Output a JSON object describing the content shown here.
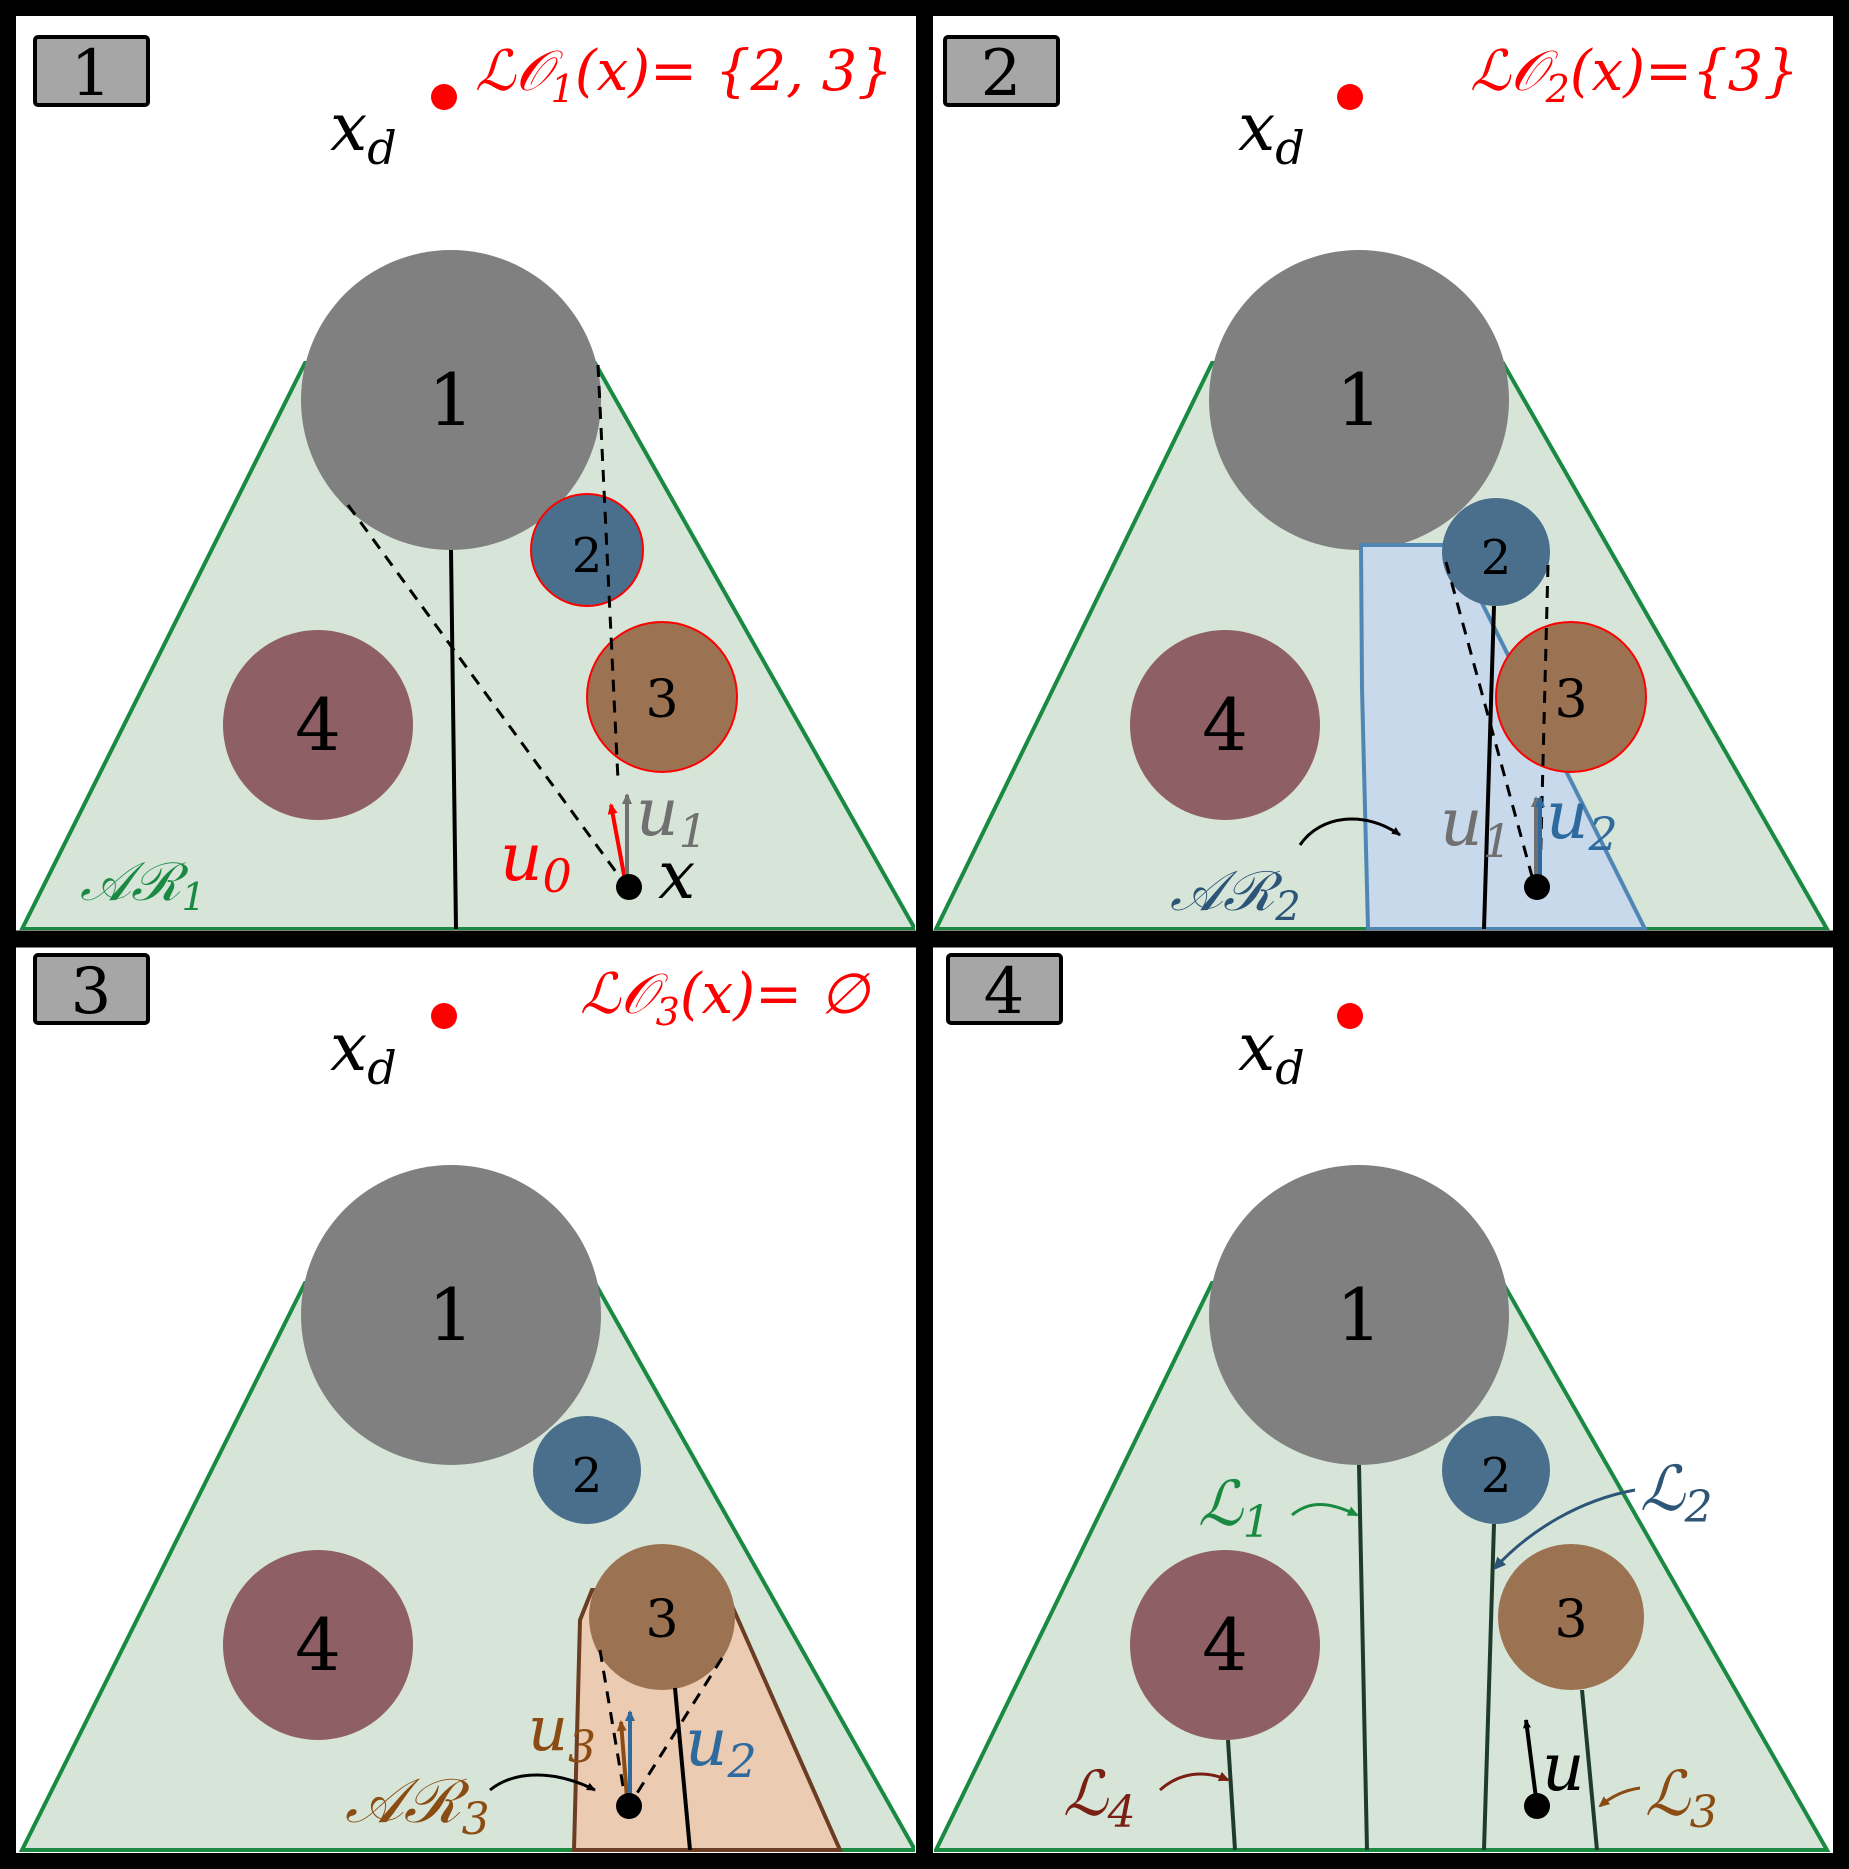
{
  "colors": {
    "region": "#d6e5d8",
    "region_border": "#1a8a43",
    "obstacle1": "#808080",
    "obstacle2": "#4a6f8c",
    "obstacle3": "#9b7252",
    "obstacle4": "#8f5f66",
    "goal": "#ff0000",
    "highlight": "#ff0000",
    "ar2": "#c9d9ec",
    "ar2_border": "#4f86b4",
    "ar3": "#eccbb3",
    "ar3_border": "#6b3d22",
    "u1": "#707070",
    "u2": "#2f6a9e",
    "l1": "#1a8a43",
    "l2": "#2c5577",
    "l3": "#8b4c14",
    "l4": "#7a1f14"
  },
  "panels": [
    {
      "number": "1",
      "goal_label": "x",
      "goal_sub": "d",
      "lo_pre": "ℒ𝒪",
      "lo_index": "1",
      "lo_post": "(x)= {2, 3}",
      "region_label": "𝒜ℛ",
      "region_sub": "1",
      "agent_label": "x",
      "u0": "u",
      "u0_sub": "0",
      "u1": "u",
      "u1_sub": "1",
      "obstacles": [
        "1",
        "2",
        "3",
        "4"
      ]
    },
    {
      "number": "2",
      "goal_label": "x",
      "goal_sub": "d",
      "lo_pre": "ℒ𝒪",
      "lo_index": "2",
      "lo_post": "(x)={3}",
      "region_label": "𝒜ℛ",
      "region_sub": "2",
      "u1": "u",
      "u1_sub": "1",
      "u2": "u",
      "u2_sub": "2",
      "obstacles": [
        "1",
        "2",
        "3",
        "4"
      ]
    },
    {
      "number": "3",
      "goal_label": "x",
      "goal_sub": "d",
      "lo_pre": "ℒ𝒪",
      "lo_index": "3",
      "lo_post": "(x)= ∅",
      "region_label": "𝒜ℛ",
      "region_sub": "3",
      "u3": "u",
      "u3_sub": "3",
      "u2": "u",
      "u2_sub": "2",
      "obstacles": [
        "1",
        "2",
        "3",
        "4"
      ]
    },
    {
      "number": "4",
      "goal_label": "x",
      "goal_sub": "d",
      "u": "u",
      "lines": [
        {
          "main": "ℒ",
          "sub": "1"
        },
        {
          "main": "ℒ",
          "sub": "2"
        },
        {
          "main": "ℒ",
          "sub": "3"
        },
        {
          "main": "ℒ",
          "sub": "4"
        }
      ],
      "obstacles": [
        "1",
        "2",
        "3",
        "4"
      ]
    }
  ]
}
